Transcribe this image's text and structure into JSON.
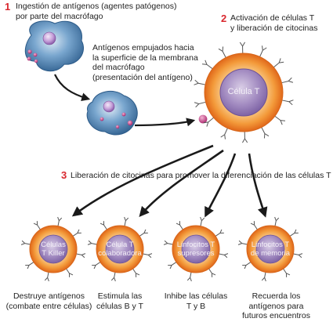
{
  "steps": {
    "step1": {
      "number": "1",
      "text": "Ingestión de antígenos (agentes patógenos)\npor parte del macrófago"
    },
    "step2": {
      "number": "2",
      "text": "Activación de células T\ny liberación de citocinas"
    },
    "step3": {
      "number": "3",
      "text": "Liberación de citocinas para promover la diferenciación de las células T"
    }
  },
  "antigen_note": "Antígenos empujados hacia\nla superficie de la membrana\ndel macrófago\n(presentación del antígeno)",
  "main_cell": {
    "label": "Célula T"
  },
  "t_cells": [
    {
      "label": "Células\nT Killer",
      "description": "Destruye antígenos\n(combate entre células)"
    },
    {
      "label": "Célula T\ncolaboradora",
      "description": "Estimula las\ncélulas B y T"
    },
    {
      "label": "Linfocitos T\nsupresores",
      "description": "Inhibe las células\nT y B"
    },
    {
      "label": "Linfocitos T\nde memoria",
      "description": "Recuerda los\nantígenos para\nfuturos encuentros"
    }
  ],
  "colors": {
    "step_number": "#d9272e",
    "cell_outer": "#f07a1a",
    "cell_inner": "#a891c4",
    "macrophage": "#3f7fb0",
    "antigen": "#c0357a"
  }
}
